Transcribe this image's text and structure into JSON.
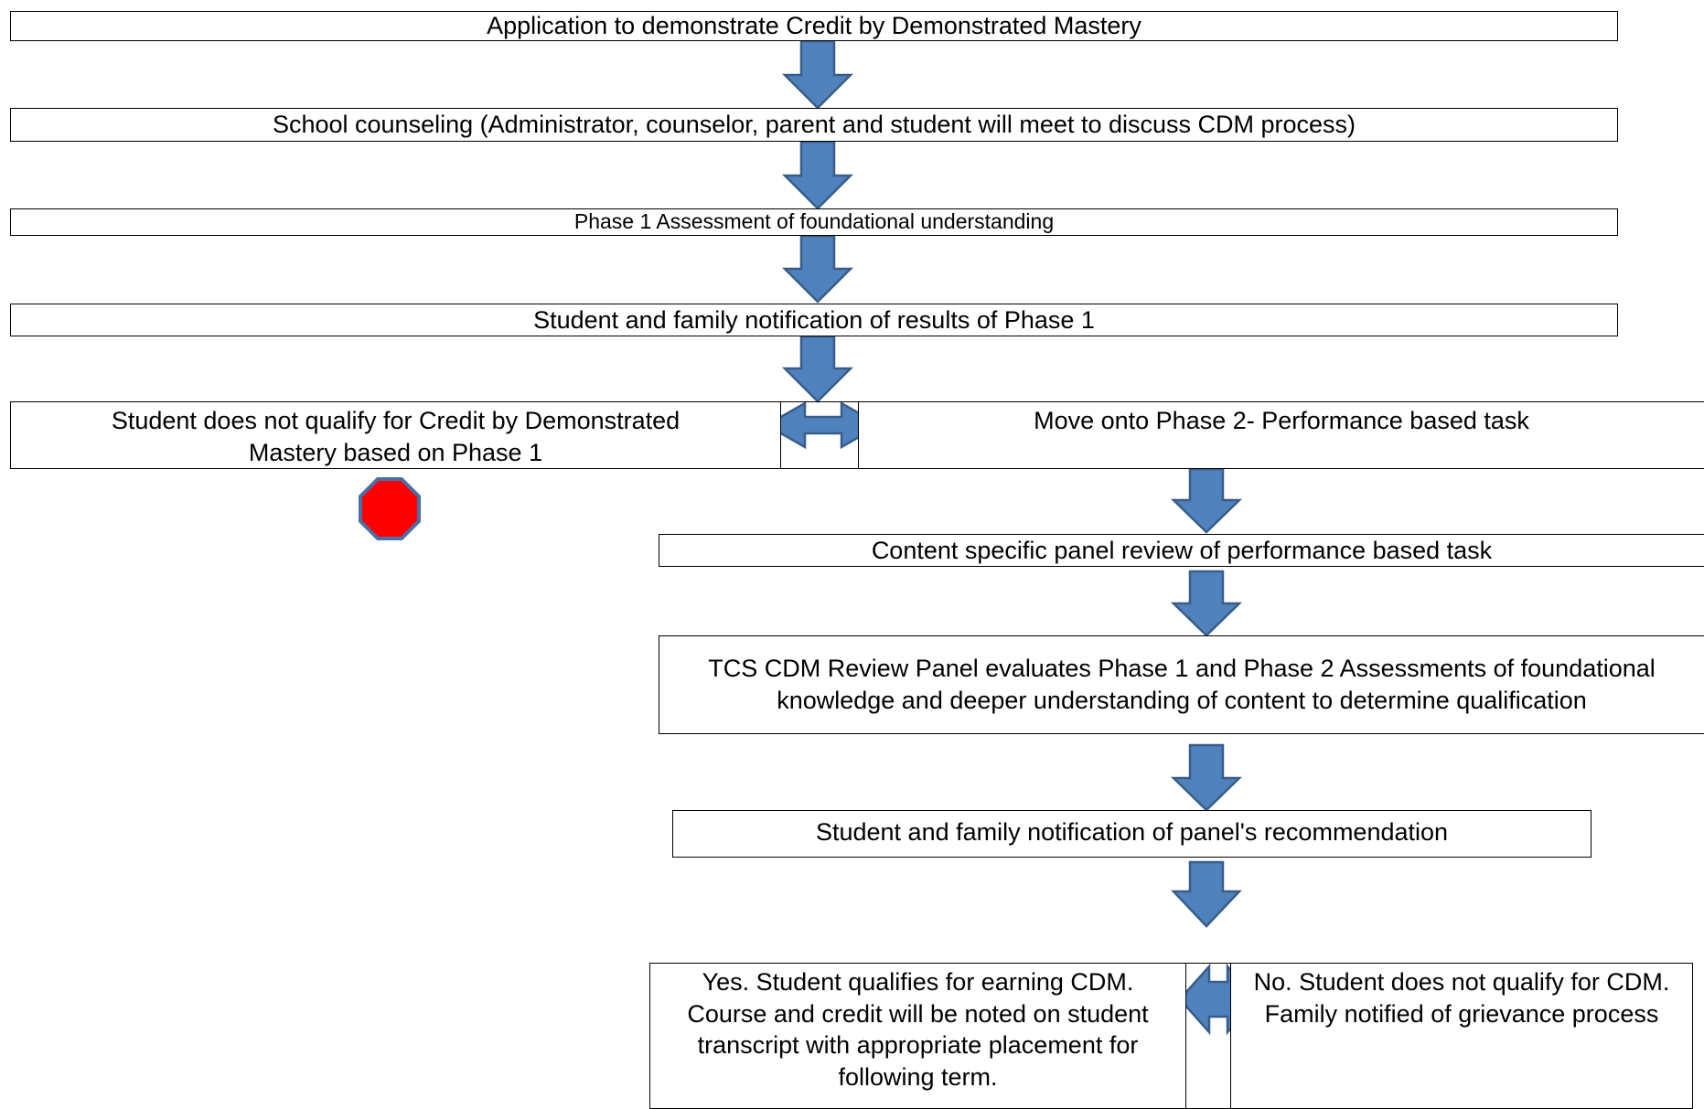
{
  "flowchart": {
    "step_application": "Application to demonstrate Credit by Demonstrated Mastery",
    "step_counseling": "School counseling (Administrator, counselor, parent and student will meet to discuss CDM process)",
    "step_phase1": "Phase 1 Assessment of foundational understanding",
    "step_notify_phase1": "Student and family notification of results of Phase 1",
    "outcome_not_qualify_phase1": "Student does not qualify for Credit by Demonstrated Mastery based on Phase 1",
    "outcome_phase2": "Move onto Phase 2- Performance based task",
    "step_panel_review": "Content specific panel review of performance based task",
    "step_tcs_review": "TCS CDM Review Panel evaluates Phase 1 and Phase 2 Assessments of foundational knowledge and deeper understanding of content to determine qualification",
    "step_notify_recommendation": "Student and family notification of panel's recommendation",
    "outcome_yes": "Yes.  Student qualifies for earning CDM.  Course and credit will be noted on student transcript with appropriate placement for following term.",
    "outcome_no": "No.  Student does not qualify for CDM. Family notified of grievance process"
  },
  "colors": {
    "arrow_fill": "#4f81bd",
    "arrow_stroke": "#385d8a",
    "stop_sign": "#ff0000"
  },
  "icons": {
    "down_arrow": "down-arrow-icon",
    "double_arrow": "left-right-arrow-icon",
    "stop": "stop-sign-icon"
  }
}
